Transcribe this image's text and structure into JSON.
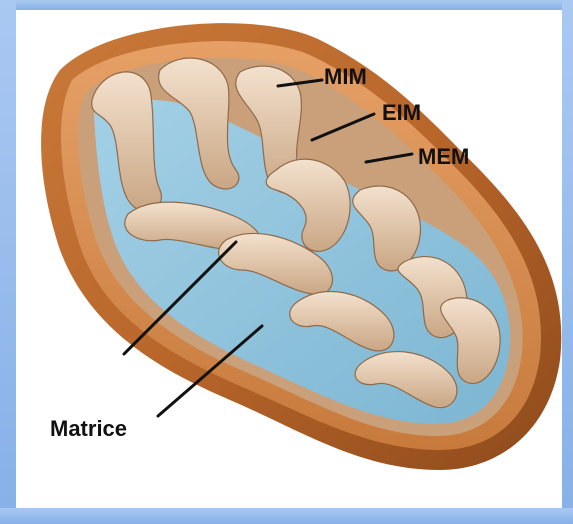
{
  "labels": {
    "mim": "MIM",
    "eim": "EIM",
    "mem": "MEM",
    "matrice": "Matrice"
  },
  "colors": {
    "frame": "#8fb6ea",
    "outer_membrane": "#b8662a",
    "outer_membrane_inner": "#d98a44",
    "matrix": "#8cc2dc",
    "cristae_membrane": "#e8cfb6",
    "label_text": "#111111"
  }
}
